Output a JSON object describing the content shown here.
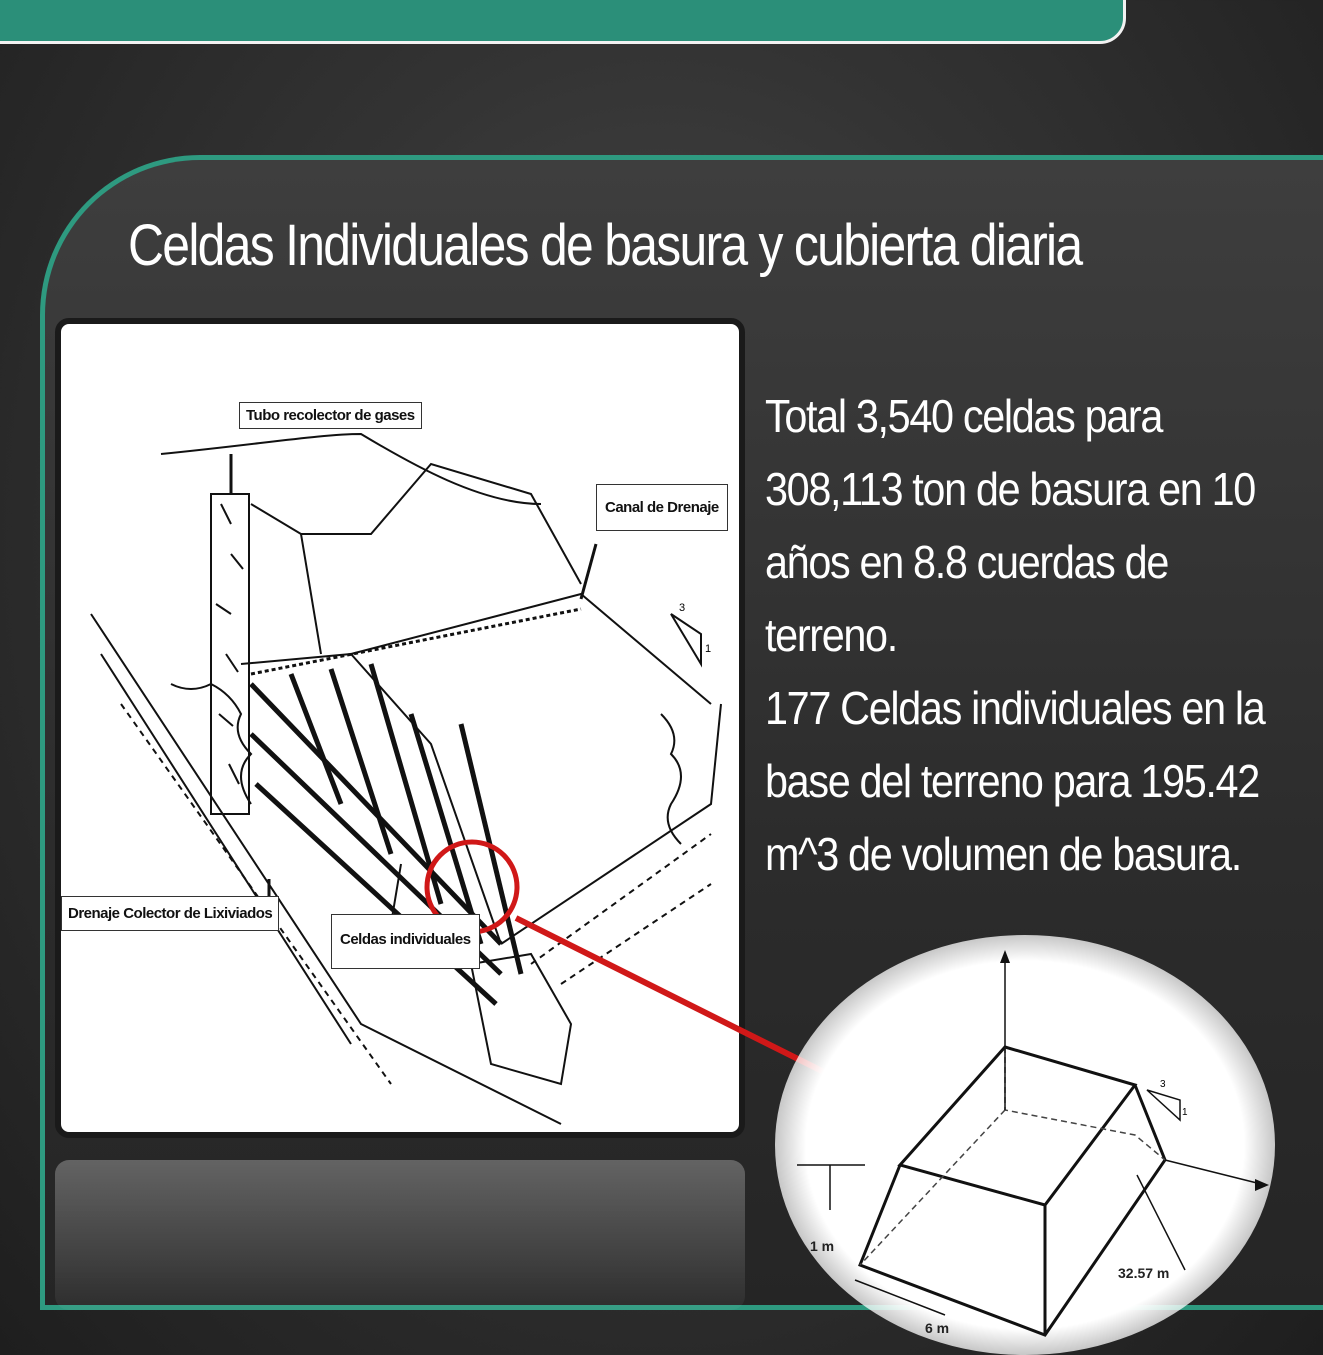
{
  "slide": {
    "title": "Celdas Individuales de basura y cubierta diaria",
    "paragraph1": "Total 3,540 celdas para 308,113 ton de basura en 10 años en 8.8 cuerdas de terreno.",
    "paragraph2": "177 Celdas individuales en la base del terreno para 195.42 m^3 de volumen de basura."
  },
  "diagram": {
    "label_gas_pipe": "Tubo recolector de gases",
    "label_drain_channel": "Canal de Drenaje",
    "label_leachate_drain": "Drenaje Colector de Lixiviados",
    "label_cells": "Celdas individuales",
    "slope_top": "3",
    "slope_side": "1"
  },
  "detail": {
    "dim_height": "1 m",
    "dim_width": "6 m",
    "dim_length": "32.57 m",
    "slope_top": "3",
    "slope_side": "1"
  },
  "colors": {
    "accent": "#2e9a80",
    "highlight": "#d01818"
  }
}
